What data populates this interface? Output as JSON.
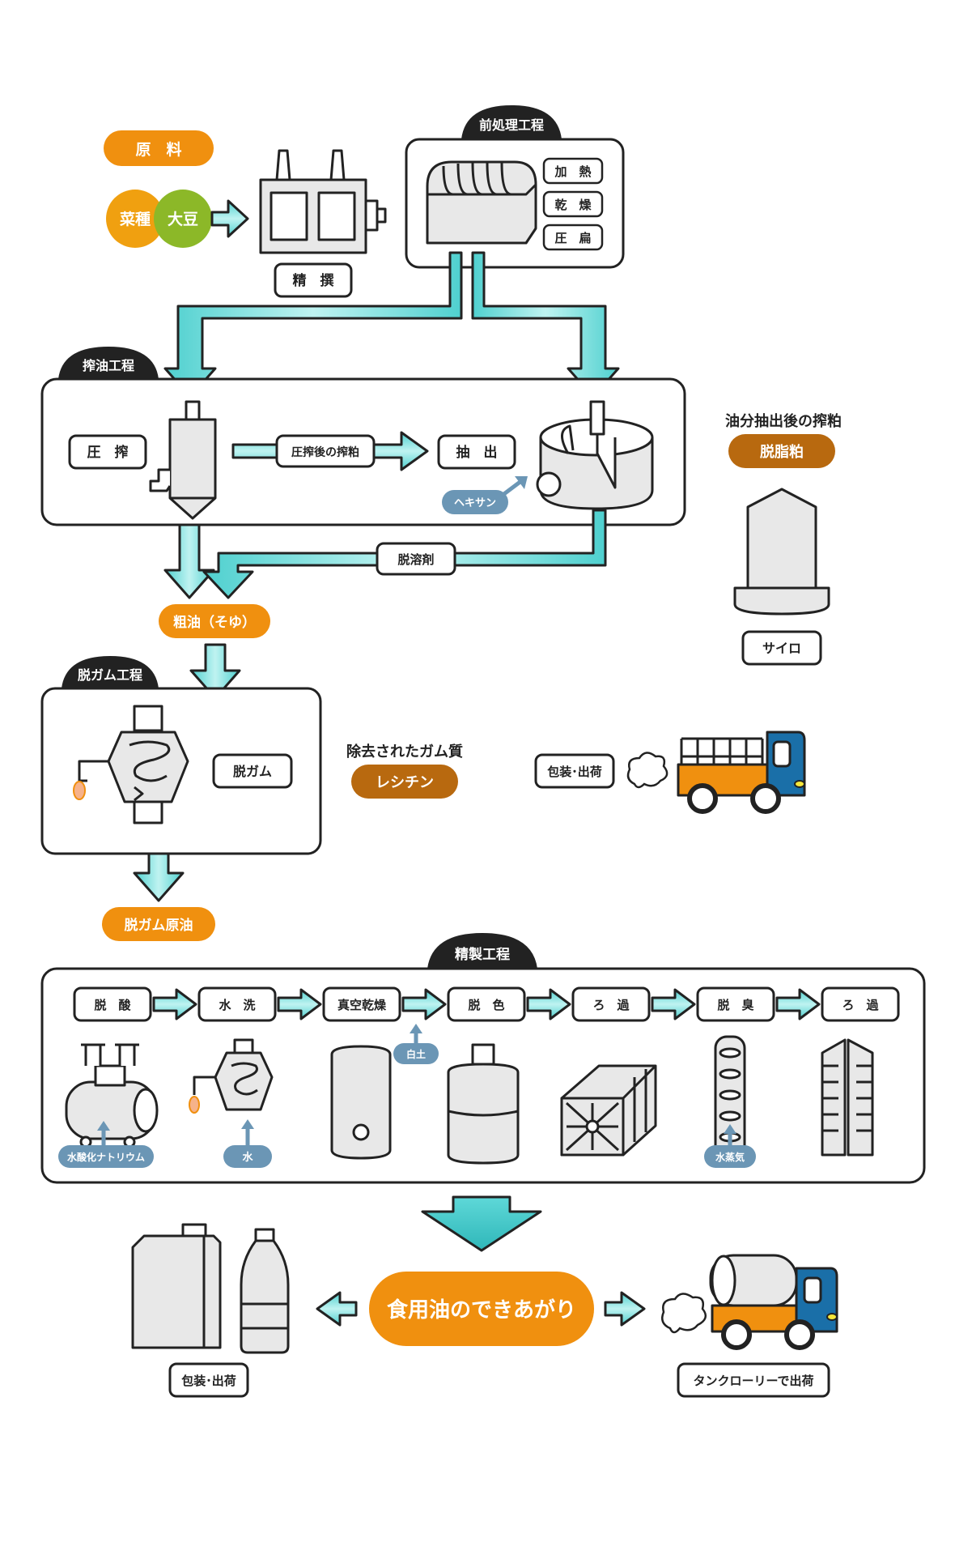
{
  "raw": {
    "title": "原　料",
    "seed1": "菜種",
    "seed2": "大豆",
    "selection": "精　撰"
  },
  "pretreatment": {
    "title": "前処理工程",
    "heat": "加　熱",
    "dry": "乾　燥",
    "press_flat": "圧　扁"
  },
  "pressing": {
    "title": "搾油工程",
    "press": "圧　搾",
    "cake": "圧搾後の搾粕",
    "extract": "抽　出",
    "hexane": "ヘキサン",
    "desolvent": "脱溶剤"
  },
  "crude_oil": "粗油（そゆ）",
  "meal": {
    "caption": "油分抽出後の搾粕",
    "name": "脱脂粕",
    "silo": "サイロ"
  },
  "degum": {
    "title": "脱ガム工程",
    "label": "脱ガム",
    "removed_caption": "除去されたガム質",
    "lecithin": "レシチン",
    "packing": "包装･出荷",
    "output": "脱ガム原油"
  },
  "refining": {
    "title": "精製工程",
    "steps": [
      "脱　酸",
      "水　洗",
      "真空乾燥",
      "脱　色",
      "ろ　過",
      "脱　臭",
      "ろ　過"
    ],
    "inputs": {
      "naoh": "水酸化ナトリウム",
      "water": "水",
      "clay": "白土",
      "steam": "水蒸気"
    }
  },
  "final": {
    "done": "食用油のできあがり",
    "packing": "包装･出荷",
    "tanker": "タンクローリーで出荷"
  },
  "colors": {
    "orange": "#F0900F",
    "brown": "#B8690F",
    "teal": "#5ED8D8",
    "steel_blue": "#6B96B5",
    "truck_blue": "#1A6FA8",
    "seed_green": "#8CB828",
    "seed_orange": "#F0A010",
    "line": "#222222",
    "gray": "#E8E8E8"
  }
}
